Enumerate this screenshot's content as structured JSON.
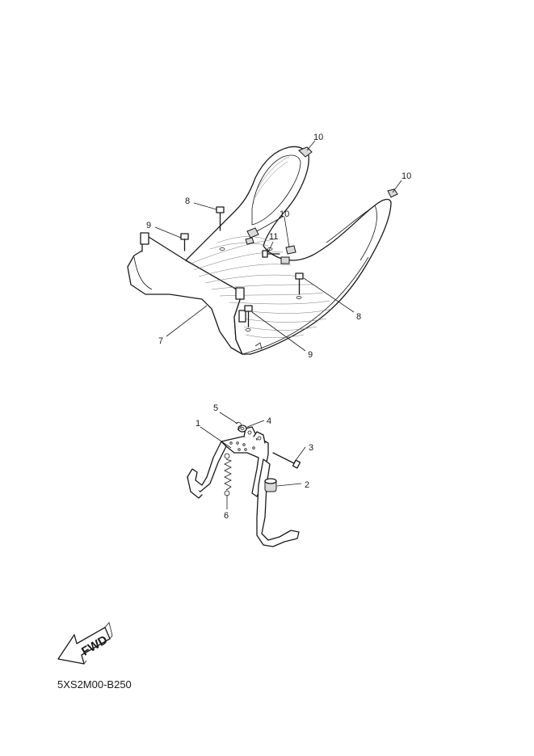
{
  "callouts": {
    "c1": "1",
    "c2": "2",
    "c3": "3",
    "c4": "4",
    "c5": "5",
    "c6": "6",
    "c7": "7",
    "c8a": "8",
    "c8b": "8",
    "c9a": "9",
    "c9b": "9",
    "c10a": "10",
    "c10b": "10",
    "c10c": "10",
    "c11": "11"
  },
  "fwd_label": "FWD",
  "diagram_code": "5XS2M00-B250"
}
